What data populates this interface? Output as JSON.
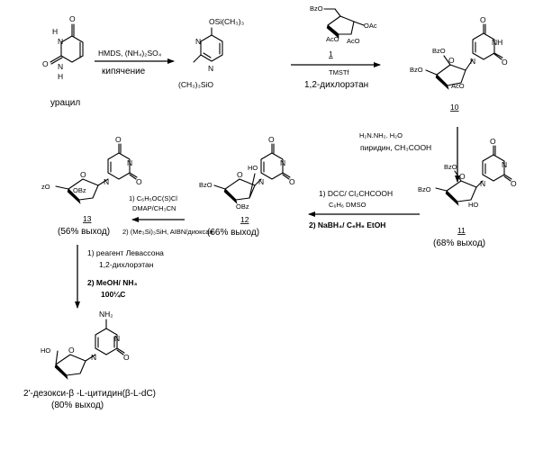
{
  "uracil": {
    "atom_o1": "O",
    "atom_hn": "H",
    "atom_n1": "N",
    "atom_o2": "O",
    "atom_n2": "N",
    "atom_h2": "H",
    "name": "урацил"
  },
  "step1": {
    "reagent": "HMDS, (NH₄)₂SO₄",
    "condition": "кипячение"
  },
  "silyl": {
    "otms_top": "OSi(CH₃)₃",
    "otms_bottom": "(CH₃)₃SiO",
    "atom_n1": "N",
    "atom_n2": "N"
  },
  "sugar1": {
    "id": "1",
    "bzo": "BzO",
    "aco1": "AcO",
    "aco2": "AcO",
    "oac": "OAc"
  },
  "step2": {
    "reagent": "TMSTf",
    "solvent": "1,2-дихлорэтан"
  },
  "cmpd10": {
    "id": "10",
    "bzo1": "BzO",
    "bzo2": "BzO",
    "aco": "AcO",
    "o": "O",
    "n": "N",
    "nh": "NH",
    "o2": "O",
    "ring_o": "O"
  },
  "step3": {
    "reagent": "H₂N.NH₂. H₂O",
    "solvent": "пиридин, CH₃COOH"
  },
  "cmpd11": {
    "id": "11",
    "yield": "(68% выход)",
    "bzo1": "BzO",
    "bzo2": "BzO",
    "ho": "HO",
    "o": "O",
    "n": "N",
    "ring_n": "N",
    "o2": "O",
    "ring_o": "O"
  },
  "step4": {
    "line1": "1) DCC/ Cl₂CHCOOH",
    "line2": "C₆H₆ DMSO",
    "line3": "2) NaBH₄/ C₆H₆ EtOH"
  },
  "cmpd12": {
    "id": "12",
    "yield": "(66% выход)",
    "bzo1": "BzO",
    "obz": "OBz",
    "ho": "HO",
    "o": "O",
    "n": "N",
    "ring_n": "N",
    "o2": "O",
    "ring_o": "O"
  },
  "step5": {
    "line1": "1) C₆H₅OC(S)Cl",
    "line2": "DMAP/CH₃CN",
    "line3": "2) (Me₃Si)₃SiH, AIBN/диоксан"
  },
  "cmpd13": {
    "id": "13",
    "yield": "(56% выход)",
    "bzo": "zO",
    "obz": "OBz",
    "o": "O",
    "n": "N",
    "ring_n": "N",
    "o2": "O",
    "ring_o": "O"
  },
  "step6": {
    "line1": "1) реагент Левассона",
    "line2": "1,2-дихлорэтан",
    "line3": "2) MeOH/ NH₃",
    "line4": "100¼C"
  },
  "product": {
    "name": "2'-дезокси-β -L-цитидин(β-L-dC)",
    "yield": "(80% выход)",
    "nh2": "NH₂",
    "ho": "HO",
    "n": "N",
    "ring_n": "N",
    "o": "O",
    "ring_o": "O"
  }
}
